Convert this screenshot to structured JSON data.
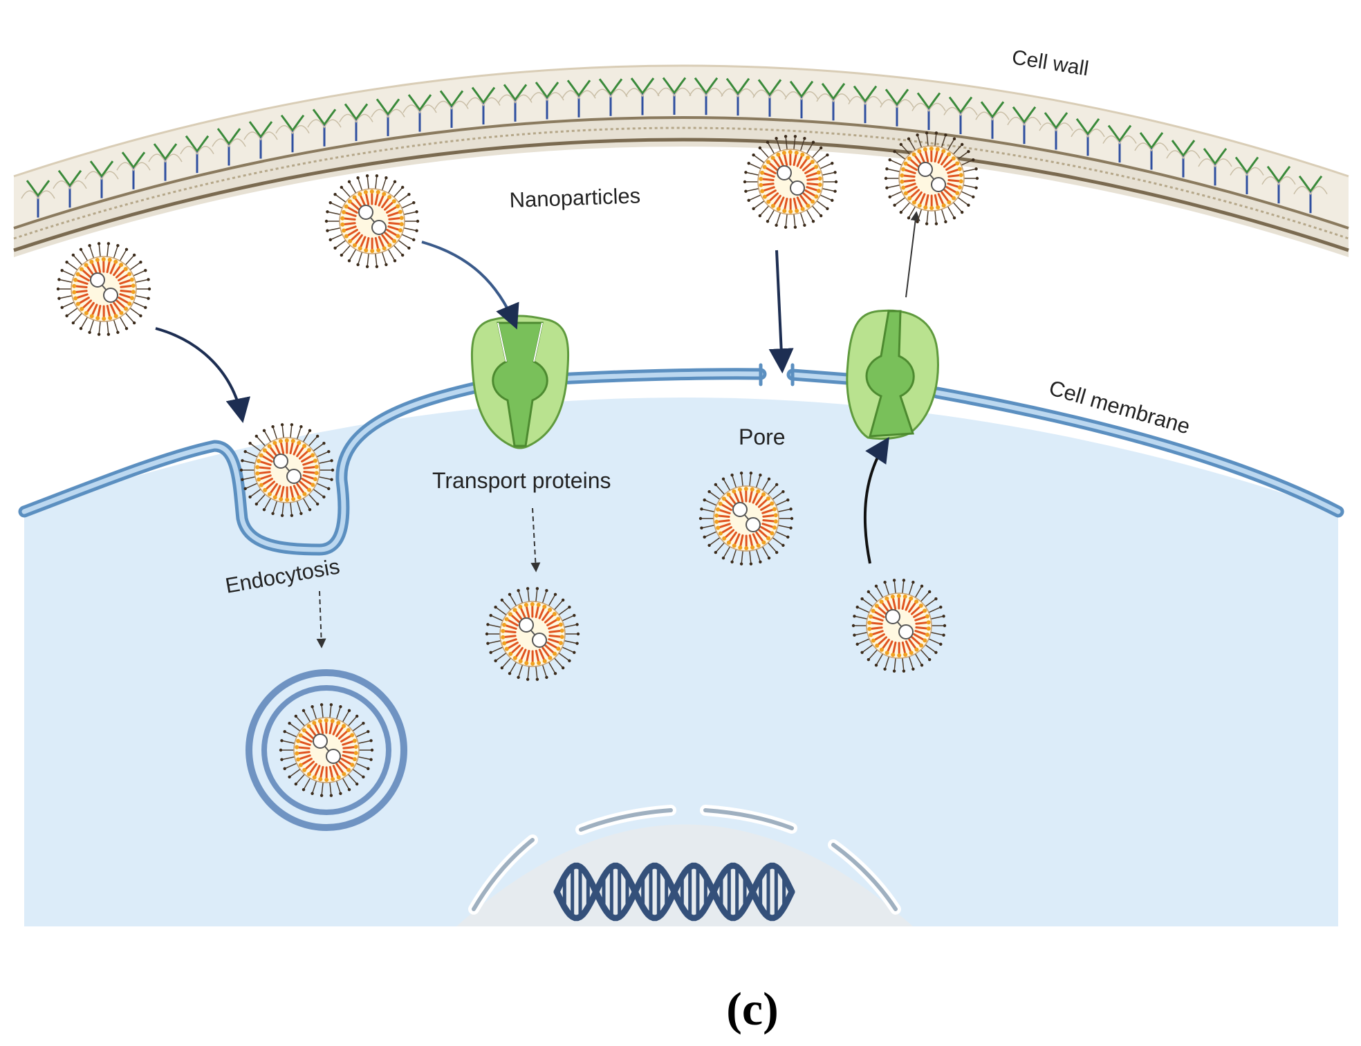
{
  "labels": {
    "cell_wall": "Cell wall",
    "nanoparticles": "Nanoparticles",
    "cell_membrane": "Cell membrane",
    "transport_proteins": "Transport proteins",
    "pore": "Pore",
    "endocytosis": "Endocytosis"
  },
  "caption": "(c)",
  "colors": {
    "cytoplasm": "#dcecf9",
    "membrane_outer": "#5b8fc0",
    "membrane_inner": "#bcd8f0",
    "wall_fill": "#f1ece1",
    "wall_line": "#7a6a50",
    "protein_light": "#b9e28f",
    "protein_dark": "#79c05a",
    "particle_core": "#fff8e1",
    "particle_spike": "#e0531f",
    "arrow": "#1d2e52",
    "vesicle": "#6f93c2",
    "nucleus": "#e6ebef",
    "dna": "#34507a"
  }
}
